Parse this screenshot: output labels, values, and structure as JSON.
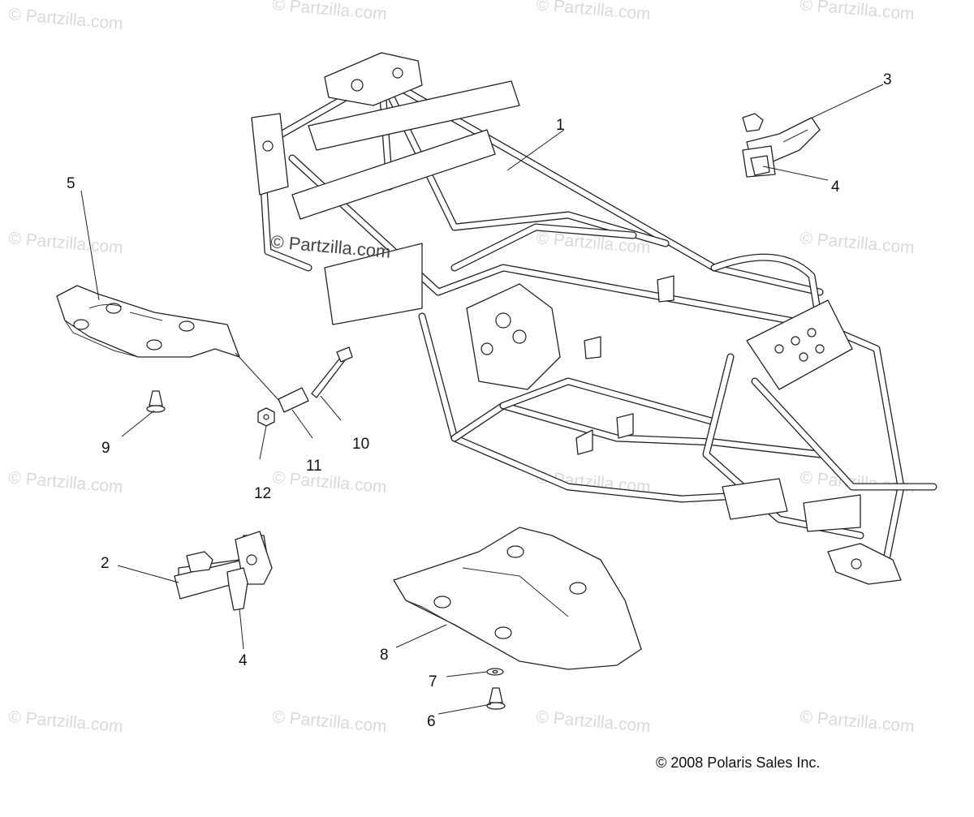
{
  "watermark_text": "© Partzilla.com",
  "brand_overlay": "© Partzilla.com",
  "copyright": "© 2008 Polaris Sales Inc.",
  "callouts": [
    {
      "id": "frame",
      "label": "1"
    },
    {
      "id": "left-bracket",
      "label": "2"
    },
    {
      "id": "right-bracket",
      "label": "3"
    },
    {
      "id": "bolt-upper",
      "label": "4"
    },
    {
      "id": "bolt-lower",
      "label": "4"
    },
    {
      "id": "front-skid-plate",
      "label": "5"
    },
    {
      "id": "push-rivet-lower",
      "label": "6"
    },
    {
      "id": "washer",
      "label": "7"
    },
    {
      "id": "rear-skid-plate",
      "label": "8"
    },
    {
      "id": "push-rivet-upper",
      "label": "9"
    },
    {
      "id": "bolt-long",
      "label": "10"
    },
    {
      "id": "spacer",
      "label": "11"
    },
    {
      "id": "nut",
      "label": "12"
    }
  ]
}
